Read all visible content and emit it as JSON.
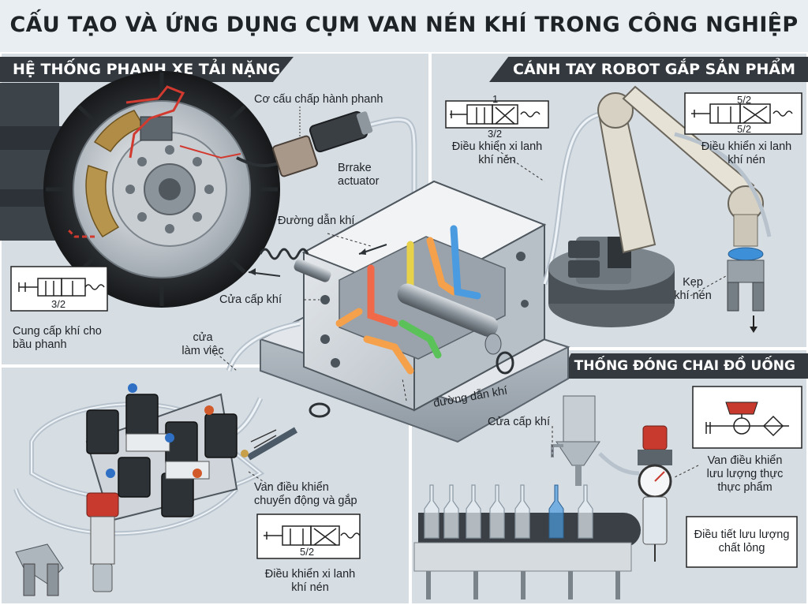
{
  "title": "CẤU TẠO VÀ ỨNG DỤNG CỤM VAN NÉN KHÍ TRONG CÔNG NGHIỆP",
  "sections": {
    "brake": {
      "heading": "HỆ THỐNG PHANH XE TẢI NẶNG",
      "actuator_label_vi": "Cơ cấu chấp hành phanh",
      "actuator_label_en": "Brrake\nactuator",
      "valve_symbol": "3/2",
      "supply_label": "Cung cấp khí cho\nbầu phanh"
    },
    "robot": {
      "heading": "CÁNH TAY ROBOT GẮP SẢN PHẨM",
      "symbol_left_top": "1",
      "symbol_left_bottom": "3/2",
      "cylinder_label_left": "Điều khiển xi lanh\nkhí nén",
      "symbol_right_top": "5/2",
      "symbol_right_bottom": "5/2",
      "cylinder_label_right": "Điều khiển xi lanh\nkhí nén",
      "gripper_label": "Kẹp\nkhí nén"
    },
    "center": {
      "air_path_top": "Đường dẫn khí",
      "supply_port": "Cửa cấp khí",
      "work_port": "cửa\nlàm việc",
      "air_path_bottom": "đường dẫn khí"
    },
    "manifold": {
      "motion_valve_label": "Van điều khiển\nchuyển động và gắp",
      "symbol": "5/2",
      "cylinder_label": "Điều khiển xi lanh\nkhí nén"
    },
    "bottling": {
      "heading": "HỆ THỐNG ĐÓNG CHAI ĐỒ UỐNG",
      "supply_port": "Cửa cấp khí",
      "flow_valve_label": "Van điều khiển\nlưu lượng thực\nthực phẩm",
      "liquid_flow_label": "Điều tiết lưu lượng\nchất lỏng"
    }
  },
  "colors": {
    "banner": "#33393f",
    "air_red": "#f06a4a",
    "air_orange": "#f5a04b",
    "air_yellow": "#e8d24a",
    "air_green": "#5bc25a",
    "air_blue": "#4b9be0",
    "brake_red": "#d23a2f"
  }
}
